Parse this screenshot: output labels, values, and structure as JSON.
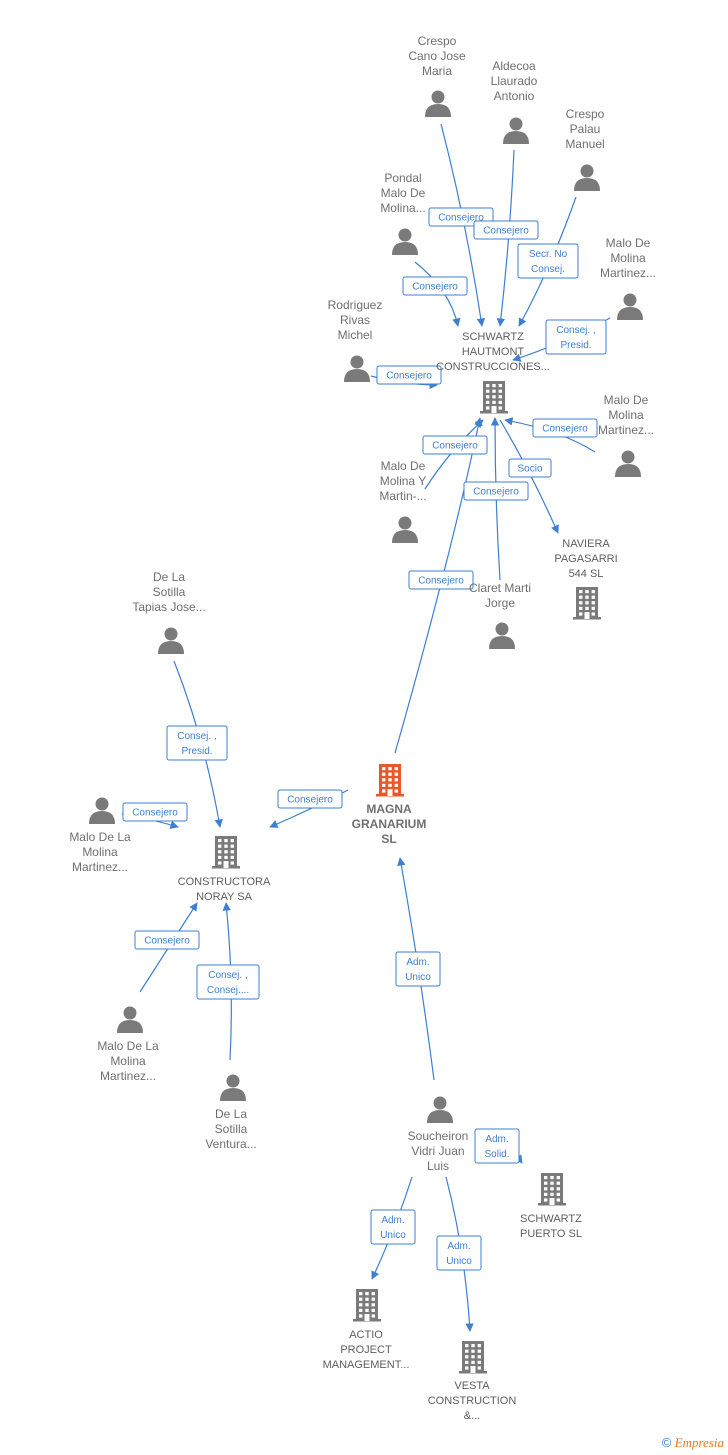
{
  "colors": {
    "edge": "#3d7fd0",
    "node": "#7a7a7a",
    "main": "#e8582b"
  },
  "footer": {
    "copyright": "©",
    "brand": "Empresia"
  },
  "nodes": [
    {
      "id": "crespo_cano",
      "type": "person",
      "lines": [
        "Crespo",
        "Cano Jose",
        "Maria"
      ]
    },
    {
      "id": "aldecoa",
      "type": "person",
      "lines": [
        "Aldecoa",
        "Llaurado",
        "Antonio"
      ]
    },
    {
      "id": "crespo_palau",
      "type": "person",
      "lines": [
        "Crespo",
        "Palau",
        "Manuel"
      ]
    },
    {
      "id": "pondal",
      "type": "person",
      "lines": [
        "Pondal",
        "Malo De",
        "Molina..."
      ]
    },
    {
      "id": "malo_martinez_1",
      "type": "person",
      "lines": [
        "Malo De",
        "Molina",
        "Martinez..."
      ]
    },
    {
      "id": "rodriguez",
      "type": "person",
      "lines": [
        "Rodriguez",
        "Rivas",
        "Michel"
      ]
    },
    {
      "id": "schwartz_hautmont",
      "type": "company",
      "lines": [
        "SCHWARTZ",
        "HAUTMONT",
        "CONSTRUCCIONES..."
      ]
    },
    {
      "id": "malo_martinez_2",
      "type": "person",
      "lines": [
        "Malo De",
        "Molina",
        "Martinez..."
      ]
    },
    {
      "id": "malo_martin",
      "type": "person",
      "lines": [
        "Malo De",
        "Molina Y",
        "Martin-..."
      ]
    },
    {
      "id": "naviera",
      "type": "company",
      "lines": [
        "NAVIERA",
        "PAGASARRI",
        "544 SL"
      ]
    },
    {
      "id": "claret",
      "type": "person",
      "lines": [
        "Claret Marti",
        "Jorge"
      ]
    },
    {
      "id": "sotilla_tapias",
      "type": "person",
      "lines": [
        "De La",
        "Sotilla",
        "Tapias Jose..."
      ]
    },
    {
      "id": "magna",
      "type": "main",
      "lines": [
        "MAGNA",
        "GRANARIUM",
        "SL"
      ]
    },
    {
      "id": "malo_la_molina_1",
      "type": "person",
      "lines": [
        "Malo De La",
        "Molina",
        "Martinez..."
      ]
    },
    {
      "id": "constructora",
      "type": "company",
      "lines": [
        "CONSTRUCTORA",
        "NORAY SA"
      ]
    },
    {
      "id": "malo_la_molina_2",
      "type": "person",
      "lines": [
        "Malo De La",
        "Molina",
        "Martinez..."
      ]
    },
    {
      "id": "sotilla_ventura",
      "type": "person",
      "lines": [
        "De La",
        "Sotilla",
        "Ventura..."
      ]
    },
    {
      "id": "soucheiron",
      "type": "person",
      "lines": [
        "Soucheiron",
        "Vidri Juan",
        "Luis"
      ]
    },
    {
      "id": "schwartz_puerto",
      "type": "company",
      "lines": [
        "SCHWARTZ",
        "PUERTO SL"
      ]
    },
    {
      "id": "actio",
      "type": "company",
      "lines": [
        "ACTIO",
        "PROJECT",
        "MANAGEMENT..."
      ]
    },
    {
      "id": "vesta",
      "type": "company",
      "lines": [
        "VESTA",
        "CONSTRUCTION",
        "&..."
      ]
    }
  ],
  "edges": [
    {
      "from": "crespo_cano",
      "to": "schwartz_hautmont",
      "label": [
        "Consejero"
      ]
    },
    {
      "from": "aldecoa",
      "to": "schwartz_hautmont",
      "label": [
        "Consejero"
      ]
    },
    {
      "from": "crespo_palau",
      "to": "schwartz_hautmont",
      "label": [
        "Secr.  No",
        "Consej."
      ]
    },
    {
      "from": "pondal",
      "to": "schwartz_hautmont",
      "label": [
        "Consejero"
      ]
    },
    {
      "from": "malo_martinez_1",
      "to": "schwartz_hautmont",
      "label": [
        "Consej. ,",
        "Presid."
      ]
    },
    {
      "from": "rodriguez",
      "to": "schwartz_hautmont",
      "label": [
        "Consejero"
      ]
    },
    {
      "from": "malo_martinez_2",
      "to": "schwartz_hautmont",
      "label": [
        "Consejero"
      ]
    },
    {
      "from": "malo_martin",
      "to": "schwartz_hautmont",
      "label": [
        "Consejero"
      ]
    },
    {
      "from": "schwartz_hautmont",
      "to": "naviera",
      "label": [
        "Socio"
      ]
    },
    {
      "from": "claret",
      "to": "schwartz_hautmont",
      "label": [
        "Consejero"
      ]
    },
    {
      "from": "magna",
      "to": "schwartz_hautmont",
      "label": [
        "Consejero"
      ]
    },
    {
      "from": "sotilla_tapias",
      "to": "constructora",
      "label": [
        "Consej. ,",
        "Presid."
      ]
    },
    {
      "from": "magna",
      "to": "constructora",
      "label": [
        "Consejero"
      ]
    },
    {
      "from": "malo_la_molina_1",
      "to": "constructora",
      "label": [
        "Consejero"
      ]
    },
    {
      "from": "malo_la_molina_2",
      "to": "constructora",
      "label": [
        "Consejero"
      ]
    },
    {
      "from": "sotilla_ventura",
      "to": "constructora",
      "label": [
        "Consej. ,",
        "Consej...."
      ]
    },
    {
      "from": "soucheiron",
      "to": "magna",
      "label": [
        "Adm.",
        "Unico"
      ]
    },
    {
      "from": "soucheiron",
      "to": "schwartz_puerto",
      "label": [
        "Adm.",
        "Solid."
      ]
    },
    {
      "from": "soucheiron",
      "to": "actio",
      "label": [
        "Adm.",
        "Unico"
      ]
    },
    {
      "from": "soucheiron",
      "to": "vesta",
      "label": [
        "Adm.",
        "Unico"
      ]
    }
  ]
}
